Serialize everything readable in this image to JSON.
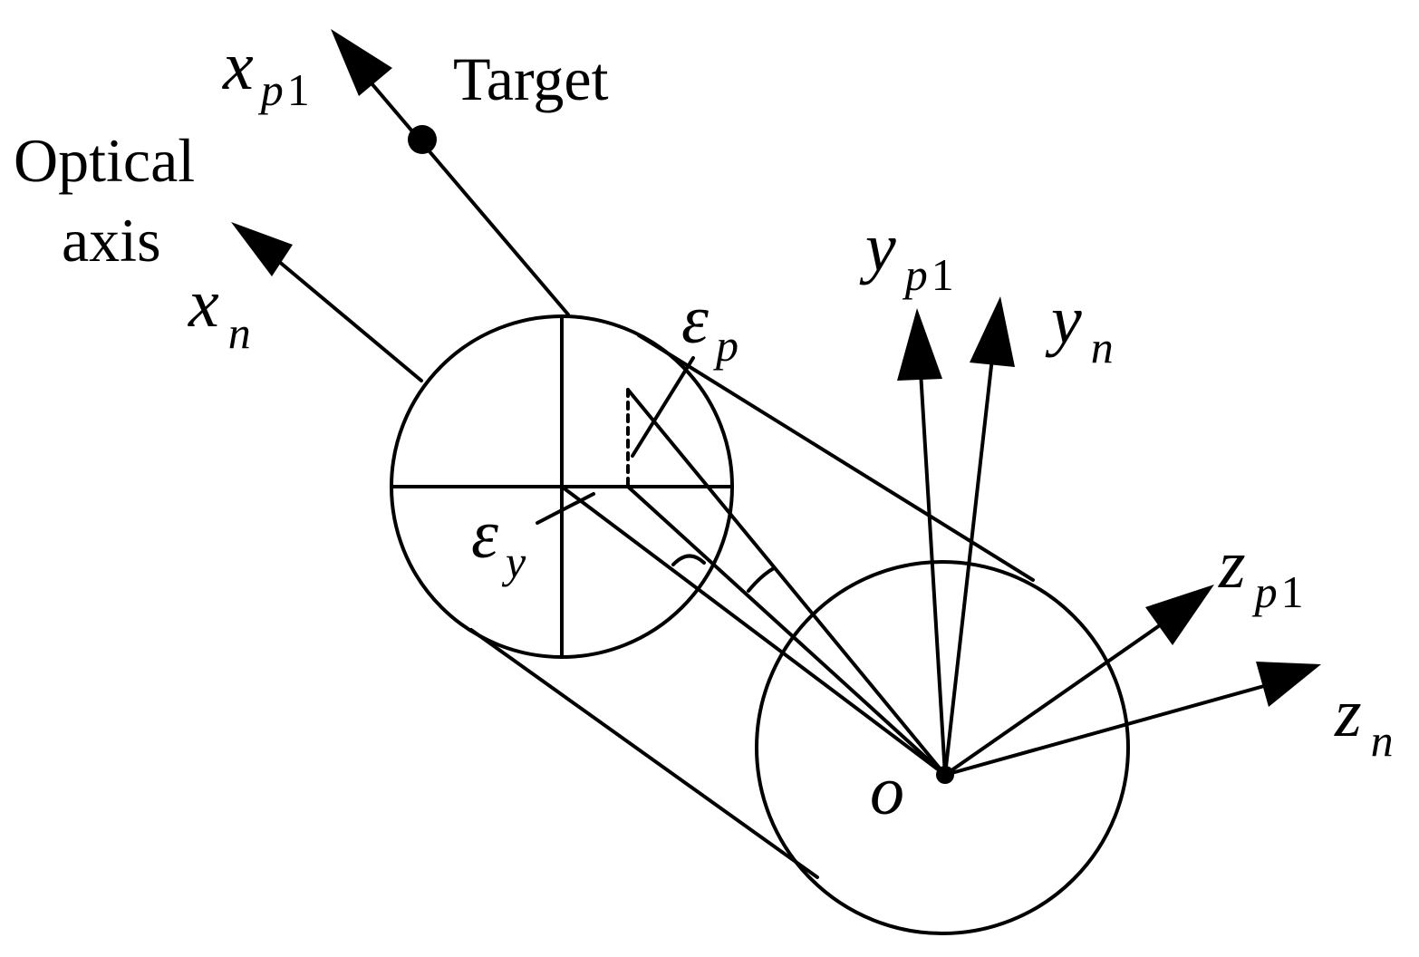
{
  "labels": {
    "target": "Target",
    "optical_axis_line1": "Optical",
    "optical_axis_line2": "axis",
    "origin": "o"
  },
  "axes": {
    "x_p1": {
      "base": "x",
      "sub_italic": "p",
      "sub_upright": "1"
    },
    "x_n": {
      "base": "x",
      "sub_italic": "n"
    },
    "y_p1": {
      "base": "y",
      "sub_italic": "p",
      "sub_upright": "1"
    },
    "y_n": {
      "base": "y",
      "sub_italic": "n"
    },
    "z_p1": {
      "base": "z",
      "sub_italic": "p",
      "sub_upright": "1"
    },
    "z_n": {
      "base": "z",
      "sub_italic": "n"
    }
  },
  "angles": {
    "epsilon_p": {
      "base": "ε",
      "sub": "p"
    },
    "epsilon_y": {
      "base": "ε",
      "sub": "y"
    }
  }
}
